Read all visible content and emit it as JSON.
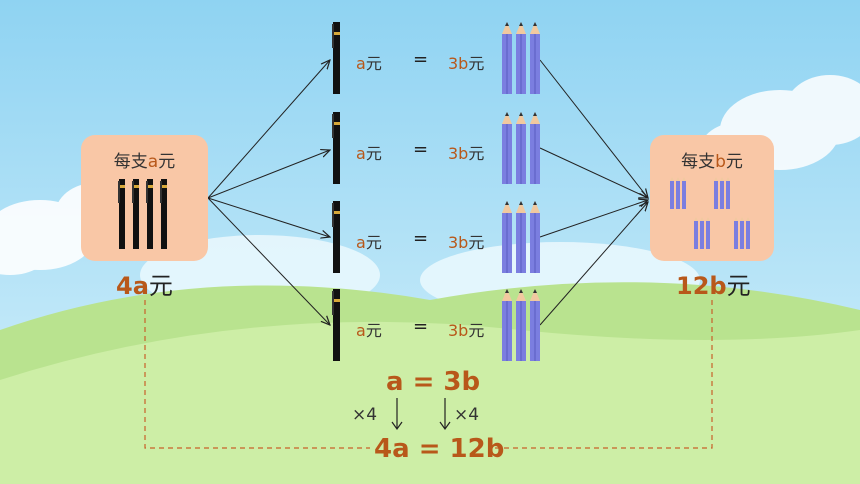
{
  "left_card": {
    "title_prefix": "每支",
    "title_var": "a",
    "title_unit": "元",
    "total_value": "4a",
    "total_unit": "元"
  },
  "right_card": {
    "title_prefix": "每支",
    "title_var": "b",
    "title_unit": "元",
    "total_value": "12b",
    "total_unit": "元"
  },
  "rows": [
    {
      "pen_price_var": "a",
      "pen_unit": "元",
      "equals": "=",
      "pencil_price_var": "3b",
      "pencil_unit": "元"
    },
    {
      "pen_price_var": "a",
      "pen_unit": "元",
      "equals": "=",
      "pencil_price_var": "3b",
      "pencil_unit": "元"
    },
    {
      "pen_price_var": "a",
      "pen_unit": "元",
      "equals": "=",
      "pencil_price_var": "3b",
      "pencil_unit": "元"
    },
    {
      "pen_price_var": "a",
      "pen_unit": "元",
      "equals": "=",
      "pencil_price_var": "3b",
      "pencil_unit": "元"
    }
  ],
  "equation_top": "a = 3b",
  "multiplier_left": "×4",
  "multiplier_right": "×4",
  "equation_bottom": "4a = 12b",
  "colors": {
    "accent": "#b8581a",
    "card": "#f9c7a6",
    "sky": "#9fd8f2",
    "grass": "#c8ea9a",
    "pencil": "#7b7ee0",
    "dashed_line": "#c9612a"
  }
}
